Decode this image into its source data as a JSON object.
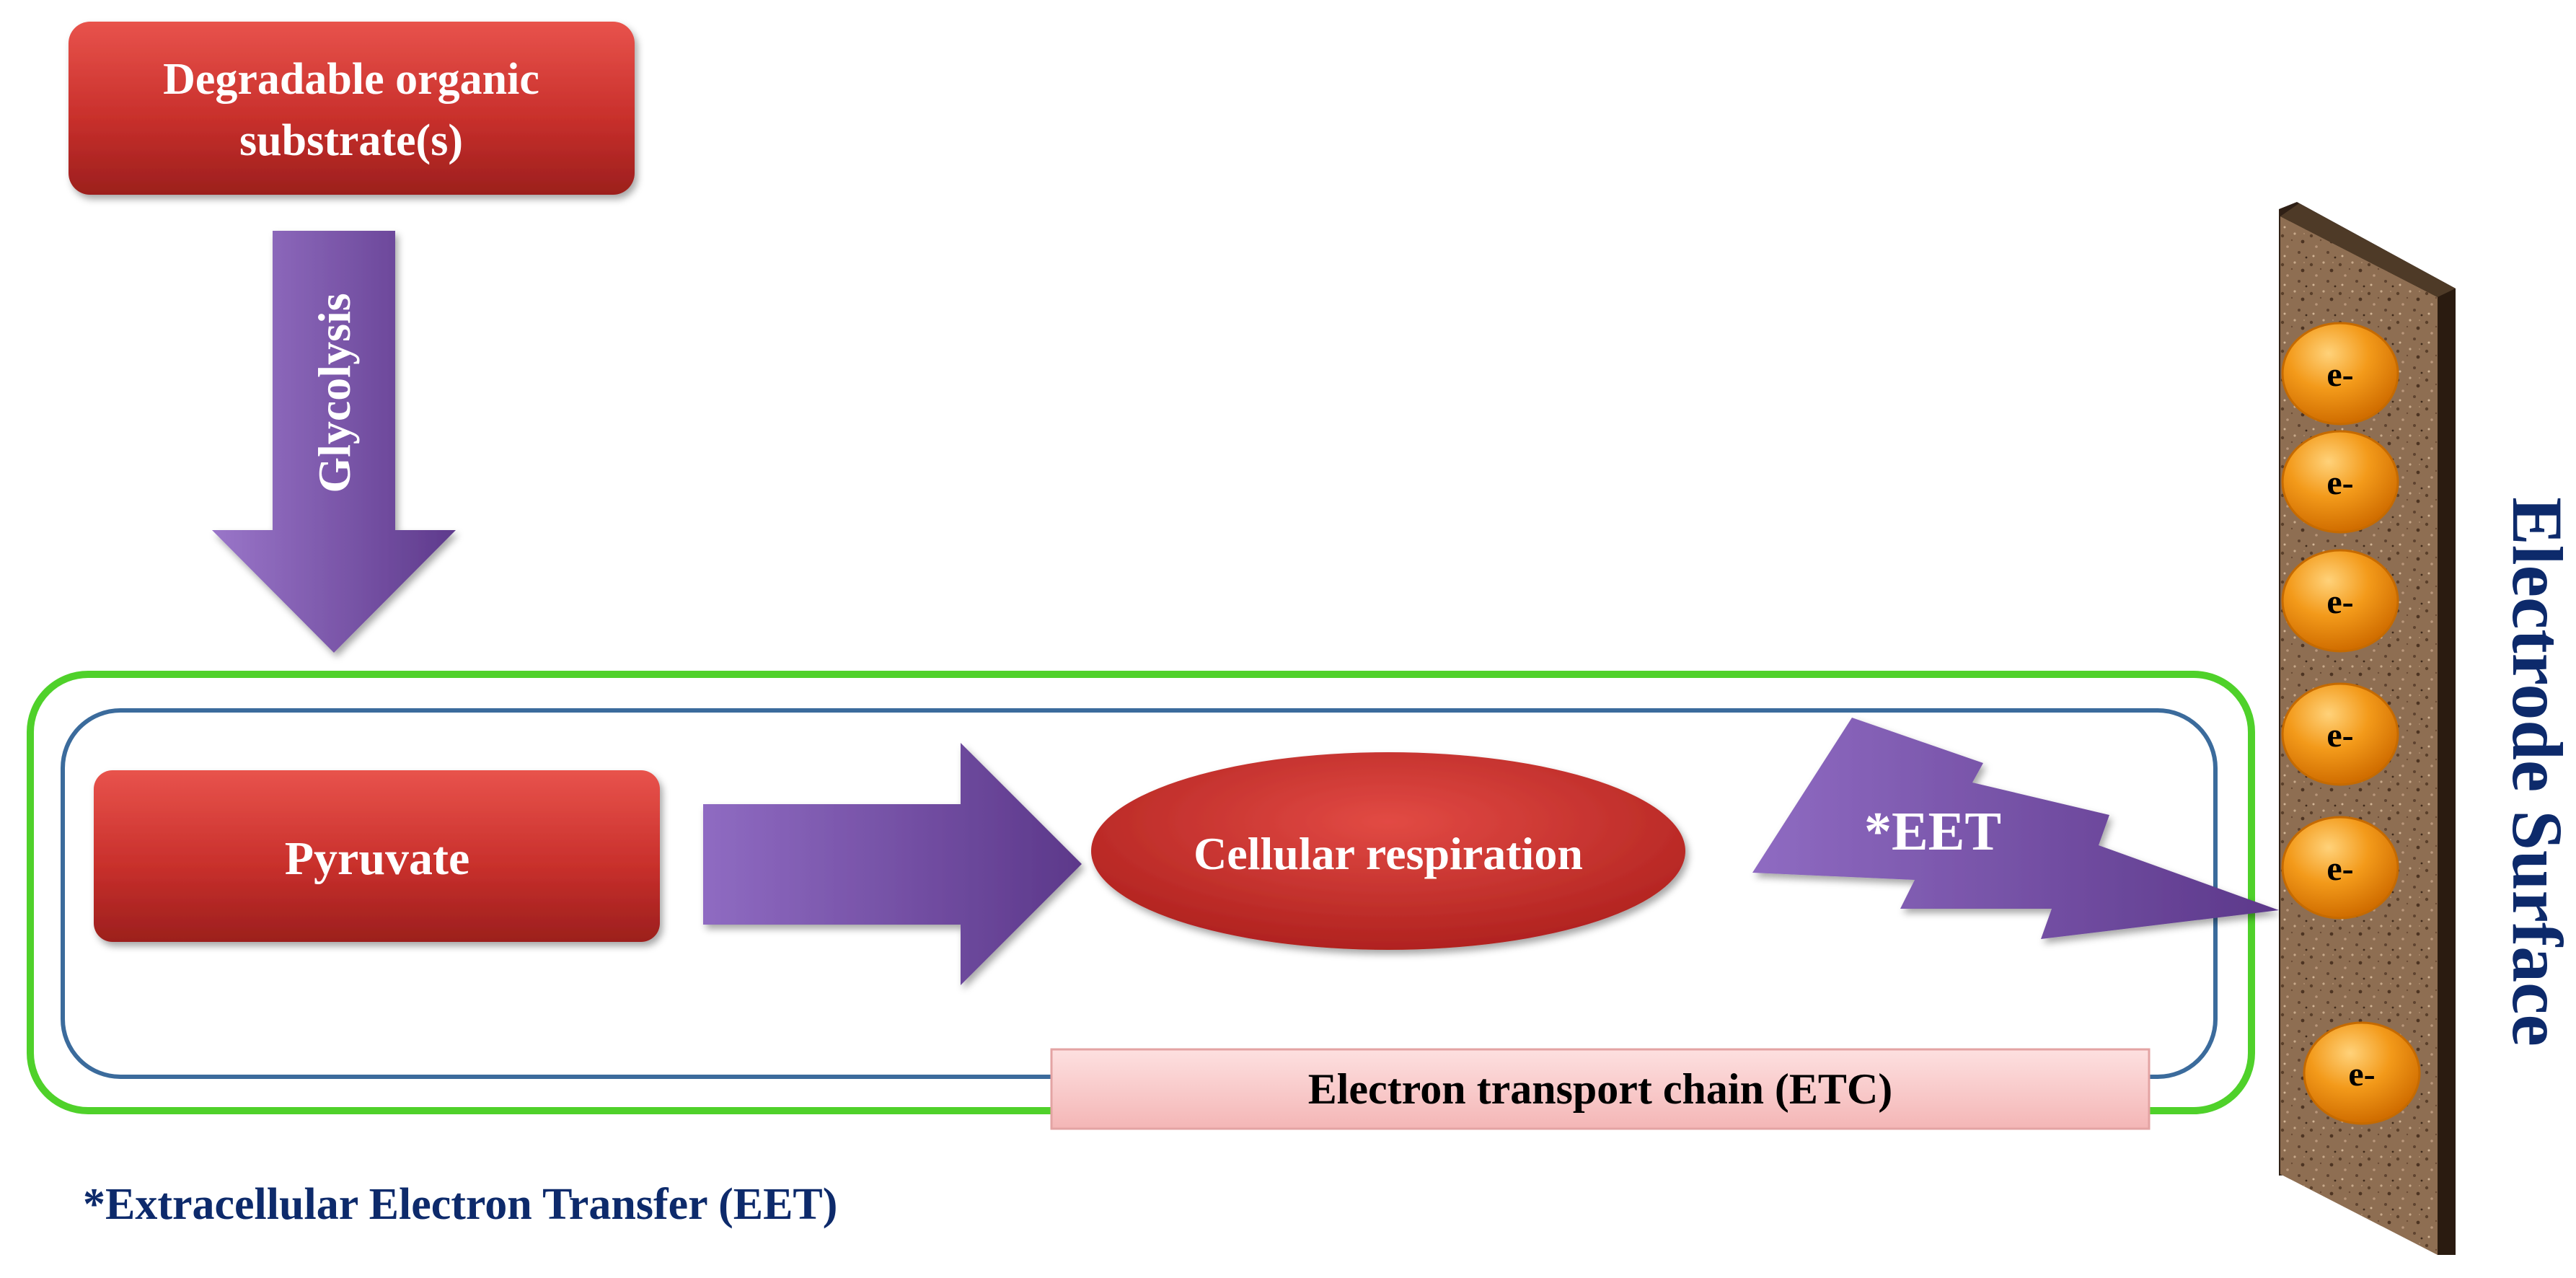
{
  "nodes": {
    "substrate": {
      "line1": "Degradable organic",
      "line2": "substrate(s)"
    },
    "glycolysis": "Glycolysis",
    "pyruvate": "Pyruvate",
    "respiration": "Cellular respiration",
    "eet": "*EET",
    "etc": "Electron transport chain (ETC)",
    "electrode": "Electrode  Surface",
    "electron": "e-"
  },
  "footnote": "*Extracellular Electron Transfer (EET)",
  "colors": {
    "red_box": "#c9302c",
    "purple_arrow": "#7a55a8",
    "green_outline": "#4fd12a",
    "blue_outline": "#3b6b9c",
    "etc_box": "#f8c8c8",
    "electron_orange": "#f08a0a",
    "electrode_brown": "#8b6b4e",
    "navy_text": "#0d2a6b"
  }
}
